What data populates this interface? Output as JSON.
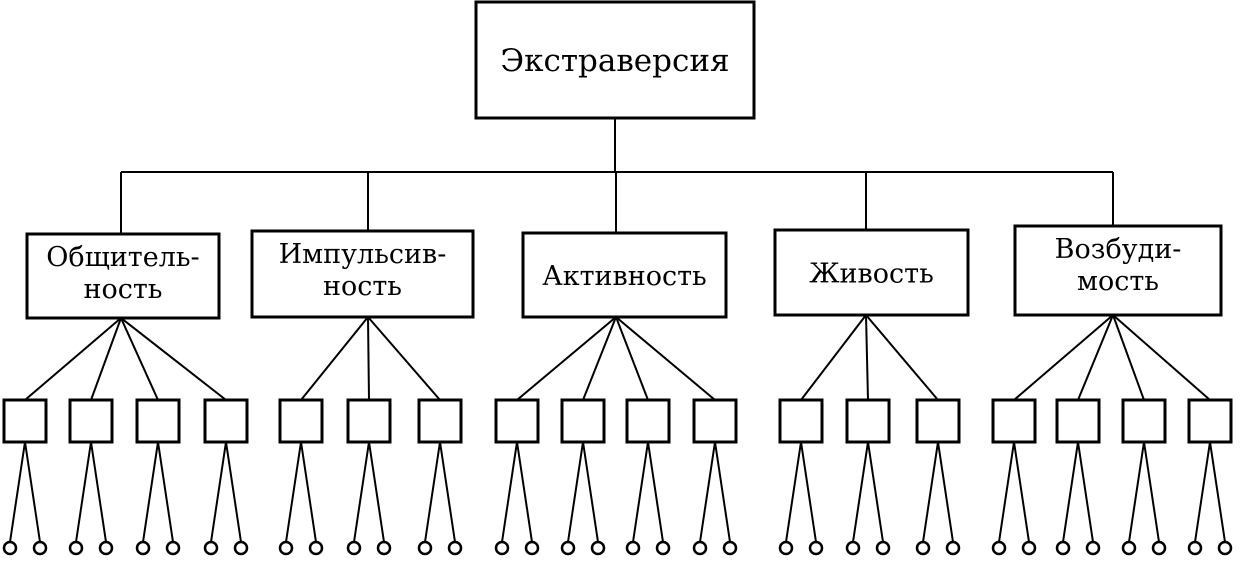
{
  "root": {
    "label": "Экстраверсия"
  },
  "traits": [
    {
      "lines": [
        "Общитель-",
        "ность"
      ],
      "habits": 4
    },
    {
      "lines": [
        "Импульсив-",
        "ность"
      ],
      "habits": 3
    },
    {
      "lines": [
        "Активность"
      ],
      "habits": 4
    },
    {
      "lines": [
        "Живость"
      ],
      "habits": 3
    },
    {
      "lines": [
        "Возбуди-",
        "мость"
      ],
      "habits": 4
    }
  ],
  "responses_per_habit": 2,
  "colors": {
    "stroke": "#000000",
    "background": "#ffffff"
  }
}
